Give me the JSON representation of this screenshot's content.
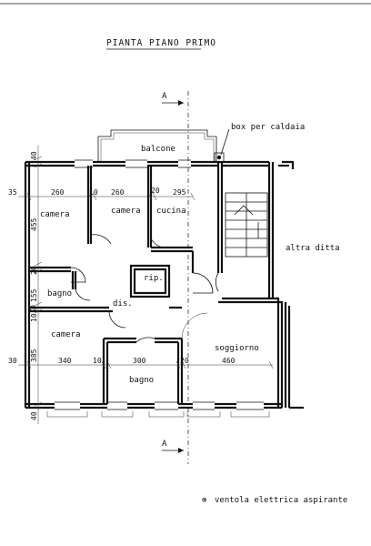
{
  "plan": {
    "title": "PIANTA PIANO PRIMO",
    "section_marker": "A",
    "rooms": {
      "balcone": "balcone",
      "camera_1": "camera",
      "camera_2": "camera",
      "cucina": "cucina",
      "rip": "rip.",
      "bagno_1": "bagno",
      "dis": "dis.",
      "camera_3": "camera",
      "bagno_2": "bagno",
      "soggiorno": "soggiorno",
      "altra_ditta": "altra ditta"
    },
    "annotation_box": "box per caldaia",
    "legend_symbol": "⊗",
    "legend_text": "ventola elettrica aspirante",
    "dims_top": {
      "d35": "35",
      "d260a": "260",
      "d10a": "10",
      "d260b": "260",
      "d20a": "20",
      "d295": "295"
    },
    "dims_bottom": {
      "d30": "30",
      "d340": "340",
      "d10b": "10",
      "d300": "300",
      "d20b": "20",
      "d460": "460"
    },
    "dims_left": {
      "d40a": "40",
      "d455": "455",
      "d20c": "20",
      "d155": "155",
      "d10c": "10",
      "d385": "385",
      "d40b": "40"
    }
  }
}
